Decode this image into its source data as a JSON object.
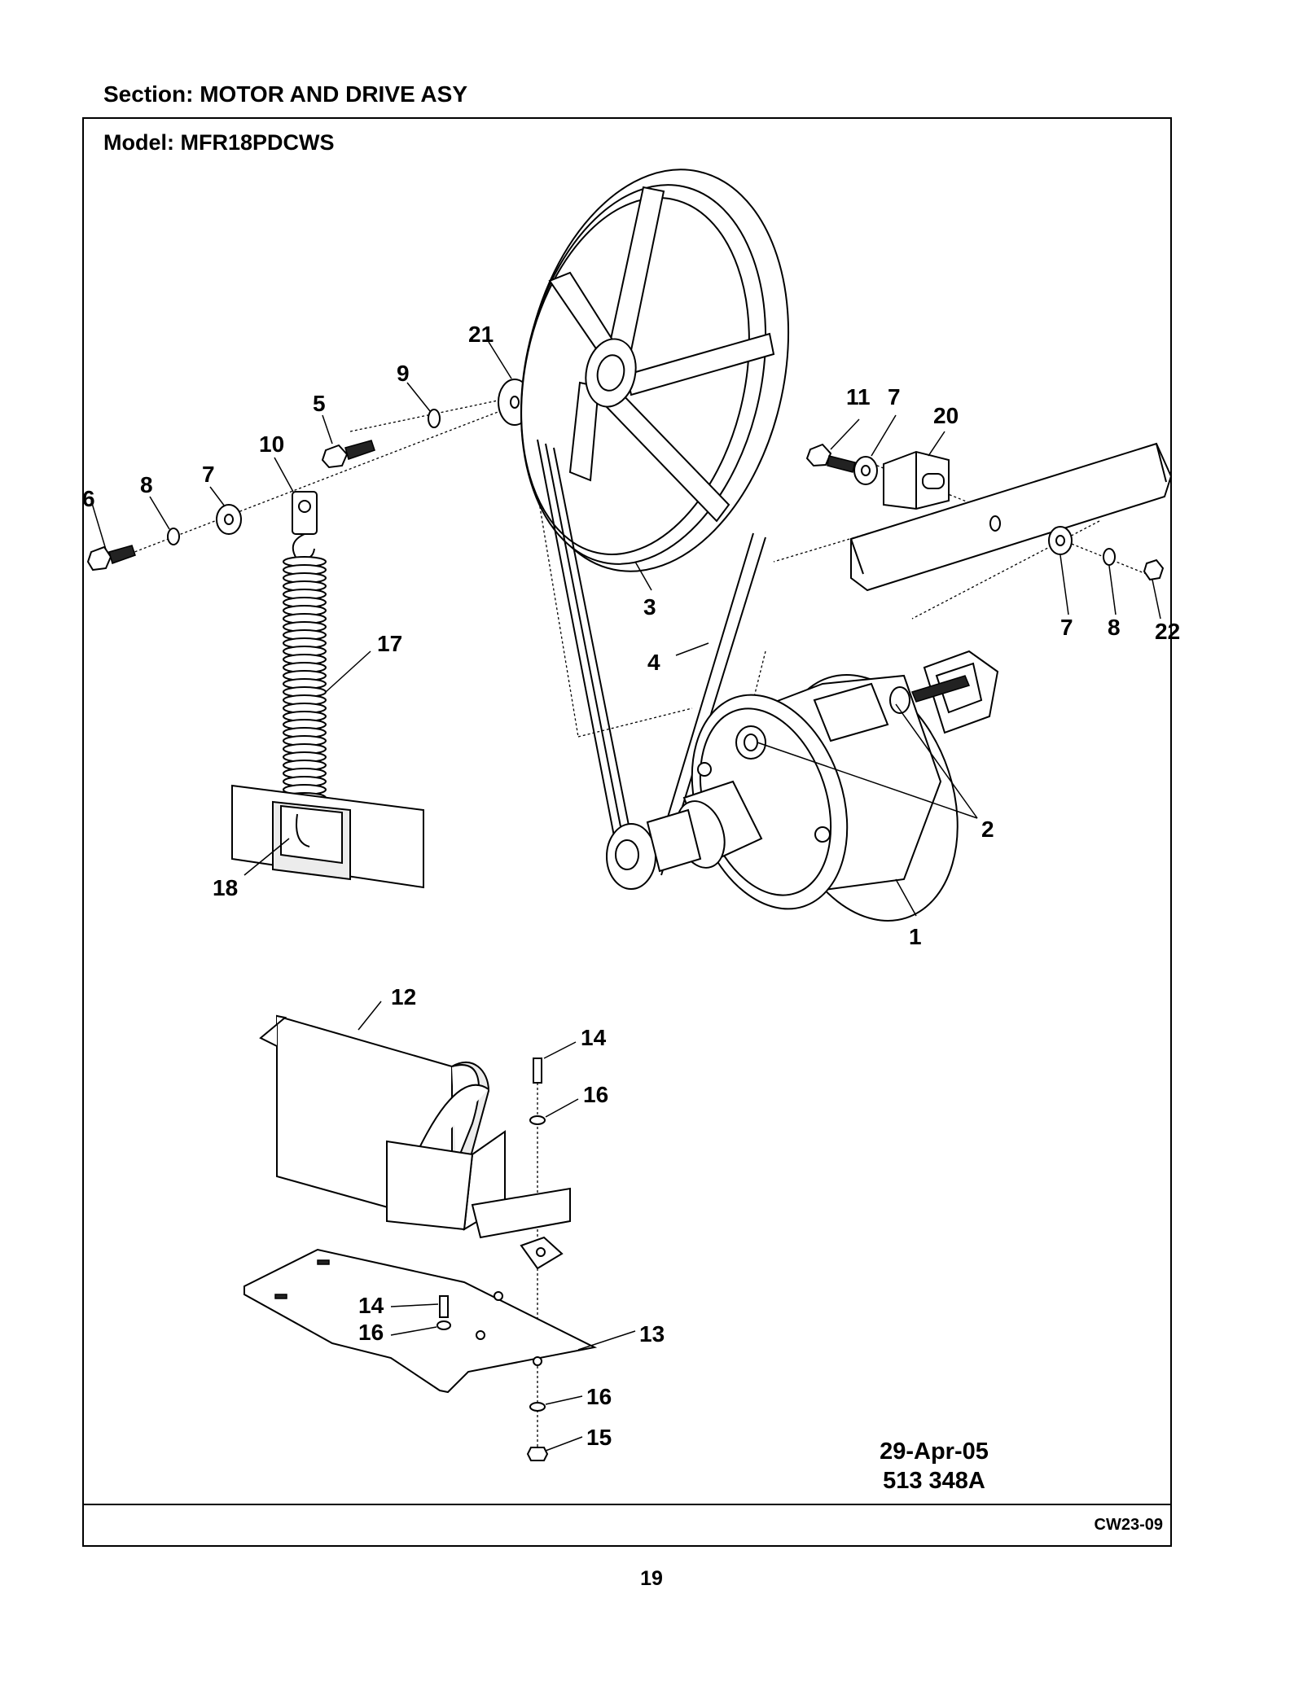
{
  "header": {
    "section": "Section:  MOTOR AND DRIVE ASY",
    "model": "Model:  MFR18PDCWS"
  },
  "diagram": {
    "callouts": [
      "21",
      "9",
      "5",
      "10",
      "7",
      "8",
      "6",
      "17",
      "18",
      "3",
      "4",
      "11",
      "7",
      "20",
      "7",
      "8",
      "22",
      "2",
      "1",
      "12",
      "14",
      "16",
      "14",
      "16",
      "13",
      "16",
      "15"
    ],
    "date": "29-Apr-05",
    "drawing_number": "513 348A"
  },
  "footer": {
    "code": "CW23-09",
    "page": "19"
  }
}
